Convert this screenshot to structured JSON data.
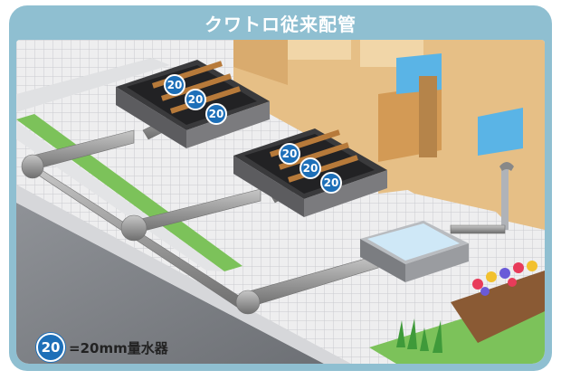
{
  "title": "クワトロ従来配管",
  "meters": {
    "group1": [
      "20",
      "20",
      "20"
    ],
    "group2": [
      "20",
      "20",
      "20"
    ]
  },
  "legend": {
    "badge": "20",
    "text": "=20mm量水器"
  },
  "colors": {
    "frame": "#8fbfd1",
    "meter_badge": "#1d6fb8",
    "pipe": "#9c9c9c",
    "building": "#e6bf86",
    "window": "#5ab4e6",
    "grass": "#7cc25a"
  }
}
